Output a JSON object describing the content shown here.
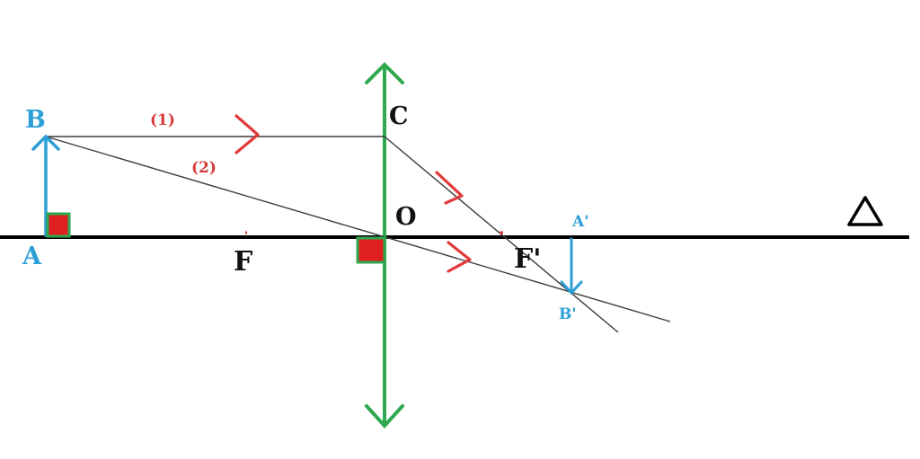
{
  "colors": {
    "axis": "#000000",
    "ray": "#444444",
    "lens": "#2fa84f",
    "object": "#2b9fd6",
    "image": "#2b9fd6",
    "arrowhead": "#e23a3a",
    "square_fill": "#e02020",
    "square_border": "#2fa84f",
    "text_black": "#111111",
    "text_red": "#d83a3a"
  },
  "labels": {
    "A": "A",
    "B": "B",
    "F": "F",
    "O": "O",
    "C": "C",
    "F_prime": "F'",
    "A_prime": "A'",
    "B_prime": "B'",
    "ray1": "(1)",
    "ray2": "(2)",
    "axis_symbol": "Δ"
  },
  "icons": {
    "lens": "converging-lens-double-arrow",
    "object": "up-arrow",
    "image": "down-arrow",
    "direction": "chevron-right"
  }
}
